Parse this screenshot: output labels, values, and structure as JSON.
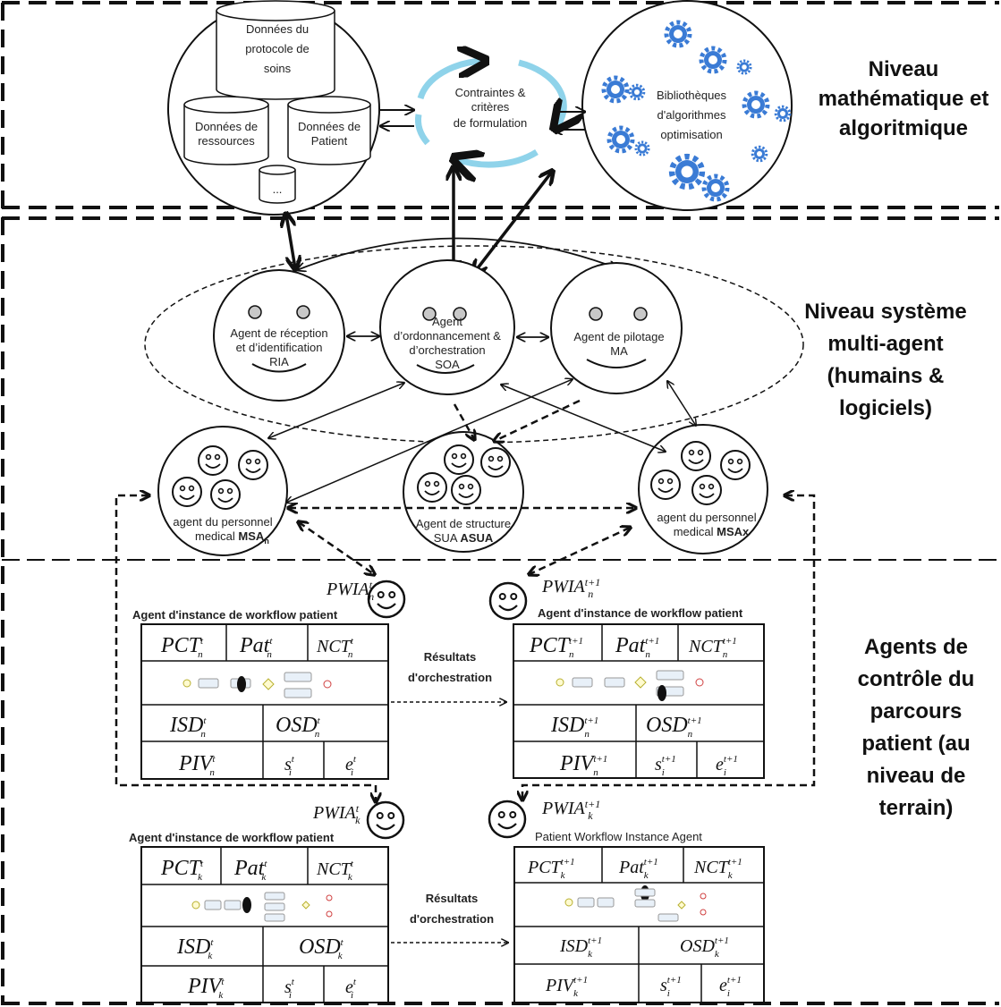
{
  "levels": {
    "math": [
      "Niveau",
      "mathématique et",
      "algoritmique"
    ],
    "mas": [
      "Niveau système",
      "multi-agent",
      "(humains &",
      "logiciels)"
    ],
    "field": [
      "Agents de",
      "contrôle du",
      "parcours",
      "patient (au",
      "niveau de",
      "terrain)"
    ]
  },
  "math_layer": {
    "db_main": [
      "Données du",
      "protocole de",
      "soins"
    ],
    "db_resources": [
      "Données de",
      "ressources"
    ],
    "db_patient": [
      "Données de",
      "Patient"
    ],
    "db_more": "...",
    "constraints": [
      "Contraintes &",
      "critères",
      "de formulation"
    ],
    "libraries": [
      "Bibliothèques",
      "d'algorithmes",
      "optimisation"
    ]
  },
  "agents": {
    "ria": [
      "Agent de réception",
      "et d’identification",
      "RIA"
    ],
    "soa": [
      "Agent",
      "d’ordonnancement &",
      "d’orchestration",
      "SOA"
    ],
    "ma": [
      "Agent de pilotage",
      "MA"
    ],
    "msa_n": {
      "line1": "agent du personnel",
      "line2": "medical ",
      "code": "MSA",
      "sub": "n"
    },
    "asua": {
      "line1": "Agent de structure",
      "line2": "SUA ",
      "code": "ASUA"
    },
    "msa_x": {
      "line1": "agent du personnel",
      "line2": "medical ",
      "code": "MSAx"
    }
  },
  "workflows": {
    "orchestration_label": [
      "Résultats",
      "d'orchestration"
    ],
    "title_fr": "Agent d'instance de workflow patient",
    "title_en": "Patient Workflow Instance Agent",
    "n_t": {
      "pwia": "PWIA",
      "sup": "t",
      "sub": "n",
      "cells": {
        "pct": "PCT",
        "pat": "Pat",
        "nct": "NCT",
        "isd": "ISD",
        "osd": "OSD",
        "piv": "PIV",
        "s": "s",
        "e": "e"
      },
      "si_sub": "i"
    },
    "n_t1": {
      "pwia": "PWIA",
      "sup": "t+1",
      "sub": "n"
    },
    "k_t": {
      "pwia": "PWIA",
      "sup": "t",
      "sub": "k"
    },
    "k_t1": {
      "pwia": "PWIA",
      "sup": "t+1",
      "sub": "k"
    }
  },
  "colors": {
    "line": "#111111",
    "gear": "#3a7bd5",
    "cycle": "#8fd3ea",
    "face": "#ffffff",
    "eye": "#c8c8c8"
  }
}
